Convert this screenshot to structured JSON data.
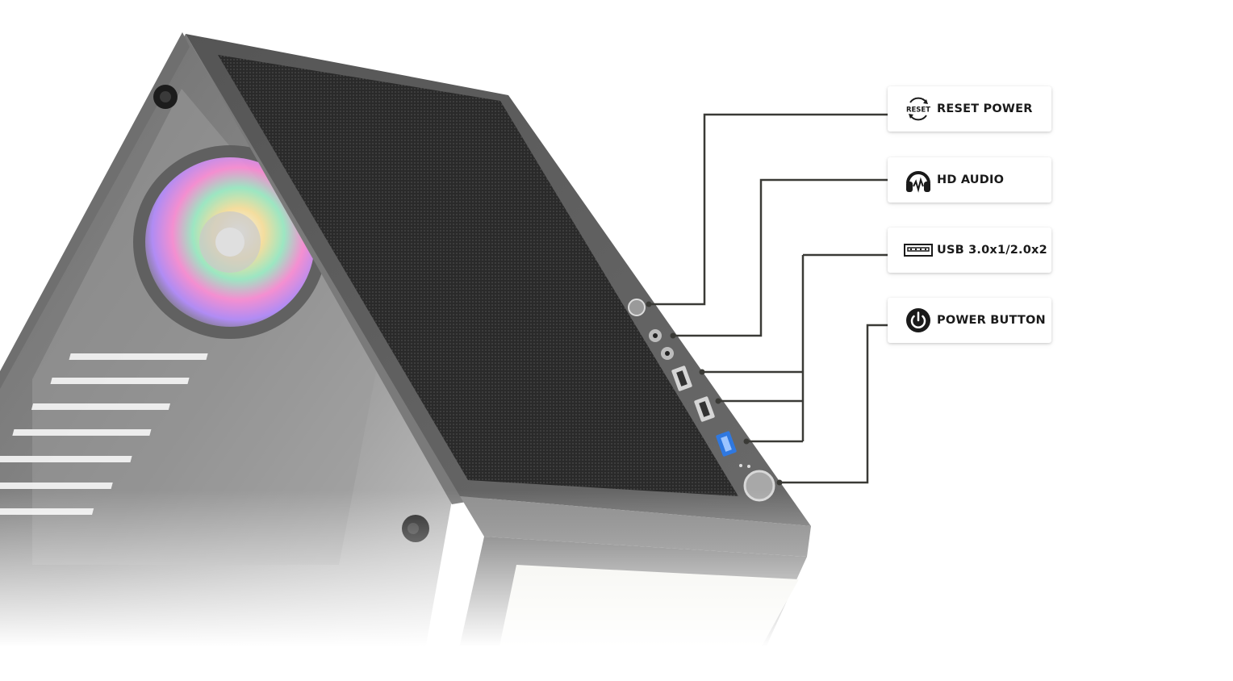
{
  "labels": {
    "reset_power": {
      "text": "RESET POWER",
      "icon_text": "RESET",
      "icon": "reset-icon"
    },
    "hd_audio": {
      "text": "HD AUDIO",
      "icon": "headphones-icon"
    },
    "usb": {
      "text": "USB 3.0x1/2.0x2",
      "icon": "usb-port-icon"
    },
    "power_button": {
      "text": "POWER BUTTON",
      "icon": "power-icon"
    }
  },
  "colors": {
    "leader_line": "#3a3a36",
    "case_body": "#585858",
    "mesh": "#2c2c2c",
    "usb3_port": "#2f78e0",
    "label_text": "#1a1a1a"
  }
}
